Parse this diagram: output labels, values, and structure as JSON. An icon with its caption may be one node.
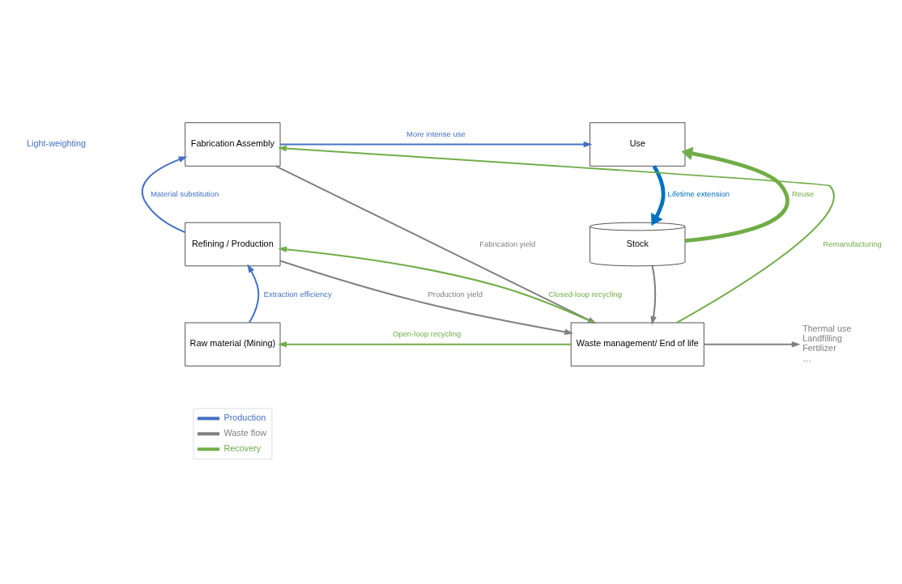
{
  "diagram": {
    "nodes": [
      {
        "text": [
          "Fabrication Assembly"
        ]
      },
      {
        "text": [
          "Use"
        ]
      },
      {
        "text": [
          "Refining / Production"
        ]
      },
      {
        "text": [
          "Stock"
        ]
      },
      {
        "text": [
          "Raw material (Mining)"
        ]
      },
      {
        "text": [
          "Waste management/ End of life"
        ]
      },
      {
        "text": [
          "Thermal use",
          "Landfilling",
          "Fertilizer",
          "…"
        ]
      }
    ],
    "edges": [
      {
        "from": 0,
        "to": 1,
        "arrow": "to",
        "label": "More intense use",
        "color": "#4472c4"
      },
      {
        "from": 2,
        "to": 0,
        "arrow": "to",
        "label": "Material substitution",
        "color": "#4472c4"
      },
      {
        "from": 4,
        "to": 2,
        "arrow": "to",
        "label": "Extraction efficiency",
        "color": "#4472c4"
      },
      {
        "from": 3,
        "to": 1,
        "arrow": "to",
        "label": "Reuse",
        "style": "thick",
        "color": "#70ad47"
      },
      {
        "from": 1,
        "to": 3,
        "arrow": "to",
        "label": "Lifetime extension",
        "style": "thick",
        "color": "#0070c0"
      },
      {
        "from": 0,
        "to": 5,
        "arrow": "to",
        "label": "Fabrication yield",
        "color": "#808080"
      },
      {
        "from": 2,
        "to": 5,
        "arrow": "to",
        "label": "Production yield",
        "color": "#808080"
      },
      {
        "from": 3,
        "to": 5,
        "arrow": "to",
        "color": "#808080"
      },
      {
        "from": 5,
        "to": 0,
        "arrow": "to",
        "label": "Remanufacturing",
        "color": "#70ad47"
      },
      {
        "from": 5,
        "to": 2,
        "arrow": "to",
        "label": "Closed-loop recycling",
        "color": "#70ad47"
      },
      {
        "from": 5,
        "to": 4,
        "arrow": "to",
        "label": "Open-loop recycling",
        "color": "#70ad47"
      },
      {
        "from": 5,
        "to": 6,
        "arrow": "to",
        "color": "#808080"
      }
    ],
    "labels": [
      "Light-weighting"
    ],
    "legend": [
      {
        "text": "Production"
      },
      {
        "text": "Waste flow"
      },
      {
        "text": "Recovery"
      }
    ]
  }
}
